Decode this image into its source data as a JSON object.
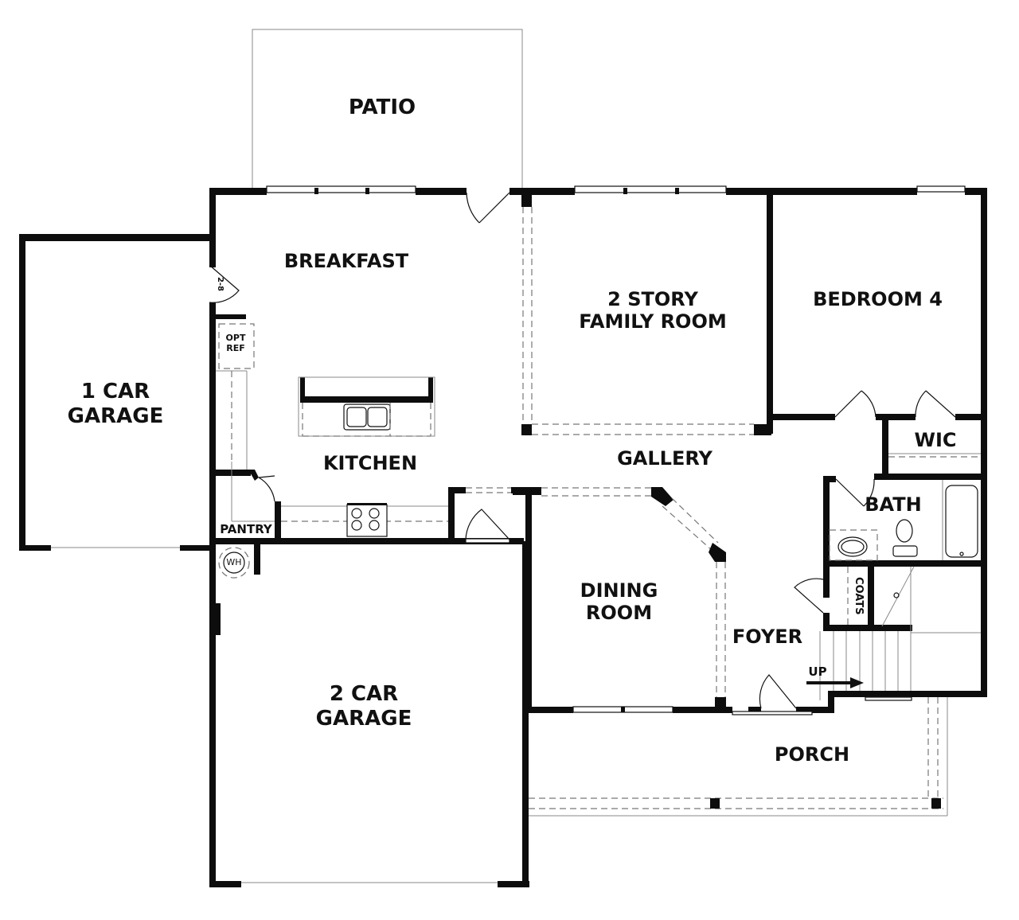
{
  "plan": {
    "type": "floor-plan",
    "level": "main floor",
    "colors": {
      "wall": "#0d0d0d",
      "line": "#111111",
      "dashed": "#777777",
      "background": "#ffffff"
    }
  },
  "rooms": {
    "patio": "PATIO",
    "breakfast": "BREAKFAST",
    "family_room": "2 STORY\nFAMILY ROOM",
    "bedroom4": "BEDROOM 4",
    "one_car_garage": "1 CAR\nGARAGE",
    "kitchen": "KITCHEN",
    "gallery": "GALLERY",
    "wic": "WIC",
    "bath": "BATH",
    "pantry": "PANTRY",
    "dining_room": "DINING\nROOM",
    "foyer": "FOYER",
    "coats": "COATS",
    "two_car_garage": "2 CAR\nGARAGE",
    "porch": "PORCH"
  },
  "annotations": {
    "opt_ref": "OPT\nREF",
    "water_heater": "WH",
    "door_width": "2-8",
    "stairs_up": "UP"
  }
}
